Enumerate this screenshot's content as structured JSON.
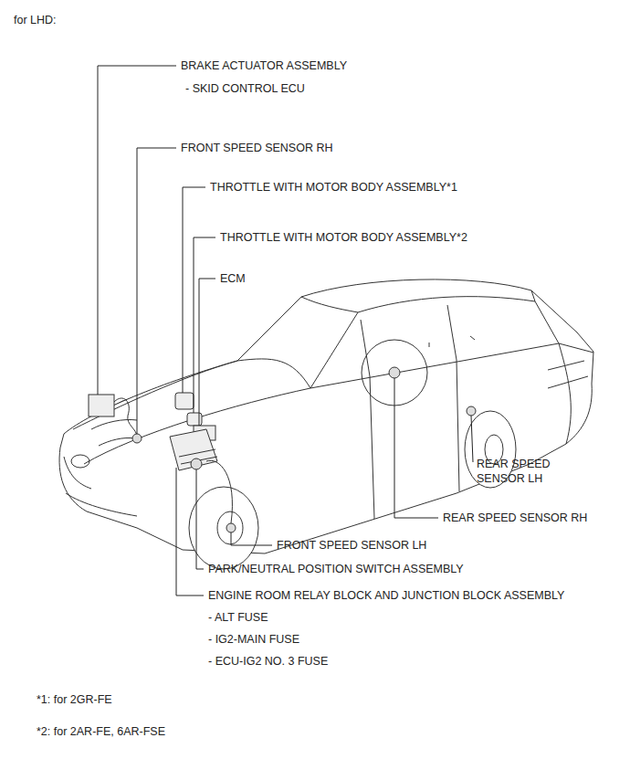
{
  "diagram": {
    "title": "for LHD:",
    "labels": [
      "BRAKE ACTUATOR ASSEMBLY",
      "- SKID CONTROL ECU",
      "FRONT SPEED SENSOR RH",
      "THROTTLE WITH MOTOR BODY ASSEMBLY*1",
      "THROTTLE WITH MOTOR BODY ASSEMBLY*2",
      "ECM",
      "REAR SPEED SENSOR LH",
      "REAR SPEED SENSOR RH",
      "FRONT SPEED SENSOR LH",
      "PARK/NEUTRAL POSITION SWITCH ASSEMBLY",
      "ENGINE ROOM RELAY BLOCK AND JUNCTION BLOCK ASSEMBLY",
      "- ALT FUSE",
      "- IG2-MAIN FUSE",
      "- ECU-IG2 NO. 3 FUSE",
      "*1: for 2GR-FE",
      "*2: for 2AR-FE, 6AR-FSE"
    ]
  }
}
